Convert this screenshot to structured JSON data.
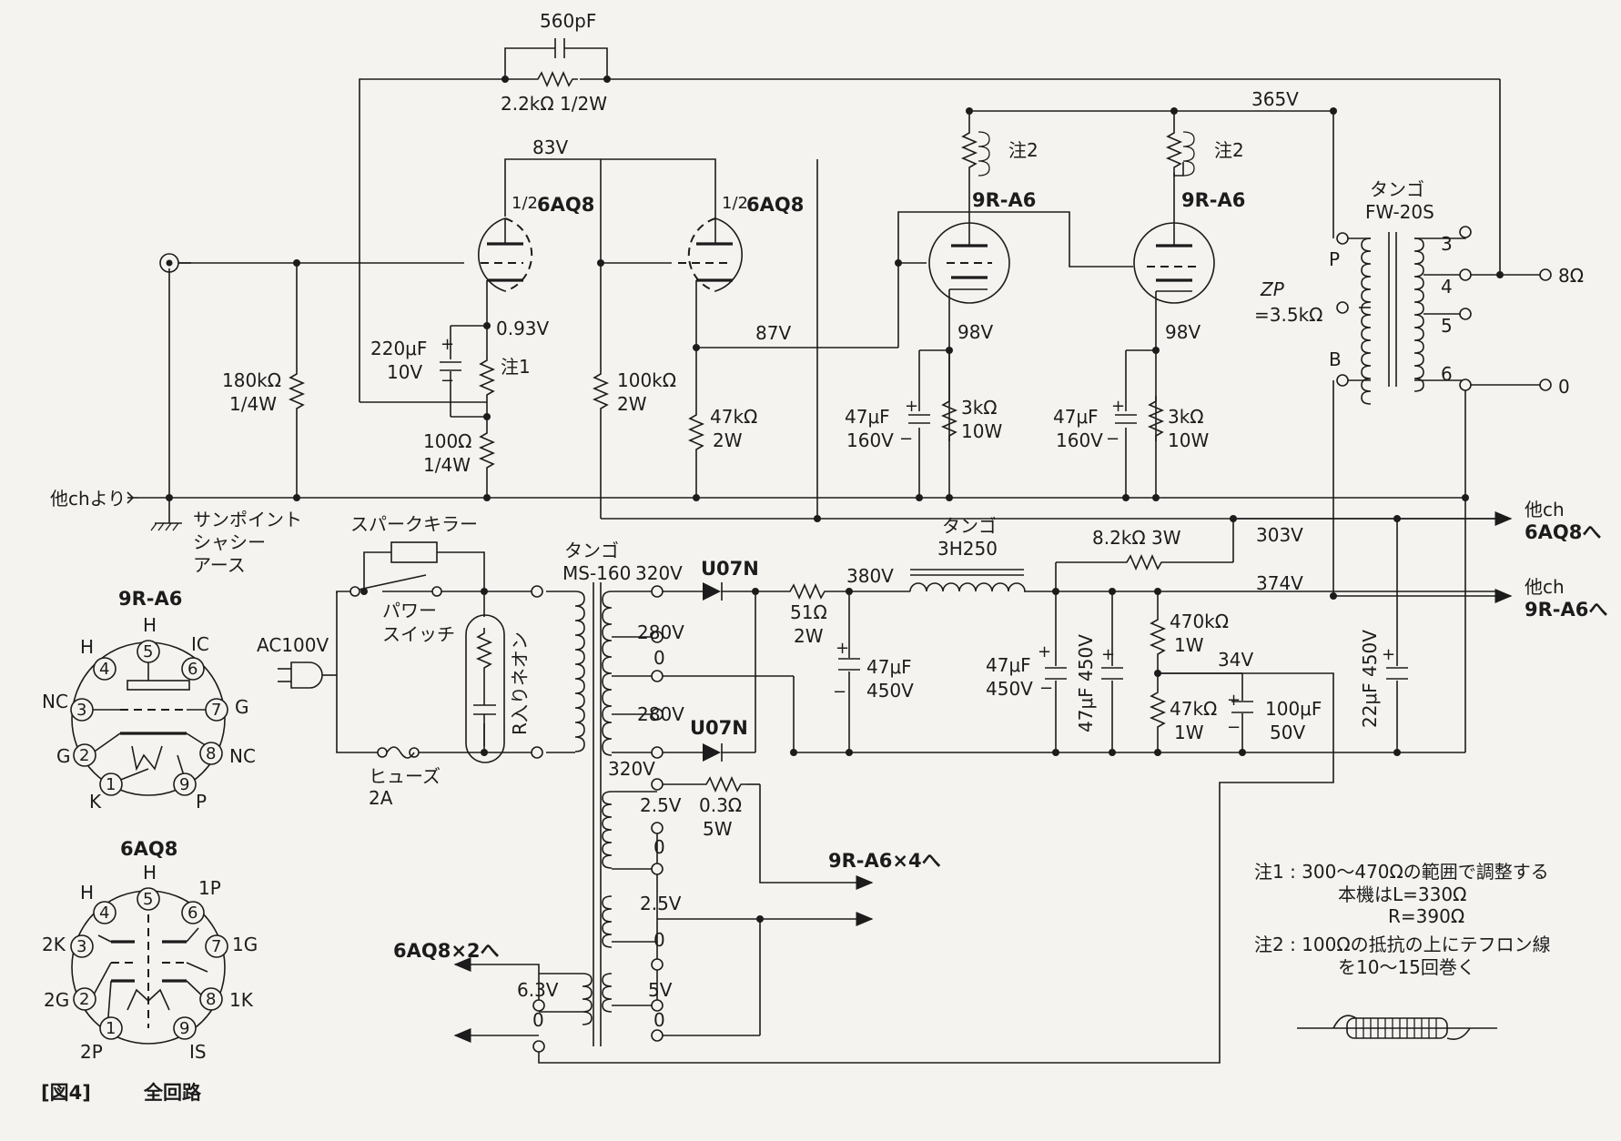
{
  "labels": {
    "cap_560pf": "560pF",
    "res_fb": "2.2kΩ 1/2W",
    "v_83": "83V",
    "v_365": "365V",
    "tube1": "6AQ8",
    "tube2": "6AQ8",
    "half": "1/2",
    "note2a": "注2",
    "note2b": "注2",
    "tube3": "9R-A6",
    "tube4": "9R-A6",
    "ot_brand": "タンゴ",
    "ot_model": "FW-20S",
    "ot_p": "P",
    "ot_b": "B",
    "zp1": "ZP",
    "zp2": "=3.5kΩ",
    "t3": "3",
    "t4": "4",
    "t5": "5",
    "t6": "6",
    "out_8": "8Ω",
    "out_0": "0",
    "v_093": "0.93V",
    "c220a": "220μF",
    "c220b": "10V",
    "note1": "注1",
    "v_87": "87V",
    "v_98a": "98V",
    "v_98b": "98V",
    "r180a": "180kΩ",
    "r180b": "1/4W",
    "r100ka": "100kΩ",
    "r100kb": "2W",
    "r47ka": "47kΩ",
    "r47kb": "2W",
    "c47a1": "47μF",
    "c47a2": "160V",
    "r3ka1": "3kΩ",
    "r3ka2": "10W",
    "c47b1": "47μF",
    "c47b2": "160V",
    "r3kb1": "3kΩ",
    "r3kb2": "10W",
    "r100a": "100Ω",
    "r100b": "1/4W",
    "from_other": "他chより",
    "gnd1": "サンポイント",
    "gnd2": "シャシー",
    "gnd3": "アース",
    "spark": "スパークキラー",
    "pt_brand": "タンゴ",
    "pt_model": "MS-160",
    "v_320a": "320V",
    "d1": "U07N",
    "v_280a": "280V",
    "pt_0": "0",
    "v_280b": "280V",
    "d2": "U07N",
    "v_320b": "320V",
    "v_380": "380V",
    "r51a": "51Ω",
    "r51b": "2W",
    "ch_brand": "タンゴ",
    "ch_model": "3H250",
    "r82": "8.2kΩ  3W",
    "v_303": "303V",
    "v_374": "374V",
    "to6aq8a": "他ch",
    "to6aq8b": "6AQ8へ",
    "to9ra6a": "他ch",
    "to9ra6b": "9R-A6へ",
    "ac": "AC100V",
    "pwr1": "パワー",
    "pwr2": "スイッチ",
    "neon": "R入りネオン",
    "fuse1": "ヒューズ",
    "fuse2": "2A",
    "c47c1": "47μF",
    "c47c2": "450V",
    "c47d1": "47μF",
    "c47d2": "450V",
    "c47e": "47μF 450V",
    "r470a": "470kΩ",
    "r470b": "1W",
    "v_34": "34V",
    "r47kc1": "47kΩ",
    "r47kc2": "1W",
    "c100a": "100μF",
    "c100b": "50V",
    "c22": "22μF 450V",
    "v_25a": "2.5V",
    "r03a": "0.3Ω",
    "r03b": "5W",
    "to9ra6x4": "9R-A6×4へ",
    "z1": "0",
    "v_25b": "2.5V",
    "z2": "0",
    "to6aq8x2": "6AQ8×2へ",
    "v_63": "6.3V",
    "v_5": "5V",
    "z3": "0",
    "z4": "0",
    "n1a": "注1 : 300〜470Ωの範囲で調整する",
    "n1b": "本機はL=330Ω",
    "n1c": "R=390Ω",
    "n2a": "注2 : 100Ωの抵抗の上にテフロン線",
    "n2b": "を10〜15回巻く",
    "pin9_title": "9R-A6",
    "pin9_h": "H",
    "pin9_ic": "IC",
    "pin9_h2": "H",
    "pin9_nc": "NC",
    "pin9_g": "G",
    "pin9_g2": "G",
    "pin9_nc2": "NC",
    "pin9_k": "K",
    "pin9_p": "P",
    "pin6_title": "6AQ8",
    "pin6_h": "H",
    "pin6_1p": "1P",
    "pin6_h2": "H",
    "pin6_2k": "2K",
    "pin6_1g": "1G",
    "pin6_2g": "2G",
    "pin6_1k": "1K",
    "pin6_2p": "2P",
    "pin6_is": "IS",
    "fig_no": "[図4]",
    "fig_title": "全回路"
  },
  "pins": [
    "1",
    "2",
    "3",
    "4",
    "5",
    "6",
    "7",
    "8",
    "9"
  ]
}
